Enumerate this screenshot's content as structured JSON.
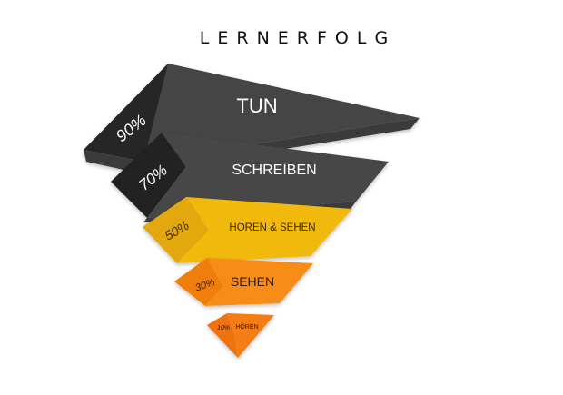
{
  "title": "LERNERFOLG",
  "levels": [
    {
      "label": "TUN",
      "percent": "90%",
      "top_color": "#3b3b3b",
      "side_color": "#252525",
      "front_color": "#454545"
    },
    {
      "label": "SCHREIBEN",
      "percent": "70%",
      "top_color": "#3a3a3a",
      "side_color": "#242424",
      "front_color": "#474747"
    },
    {
      "label": "HÖREN & SEHEN",
      "percent": "50%",
      "top_color": "#f6c21a",
      "side_color": "#e3a80b",
      "front_color": "#f2b90f"
    },
    {
      "label": "SEHEN",
      "percent": "30%",
      "top_color": "#fa9a1c",
      "side_color": "#f07e0c",
      "front_color": "#f78c15"
    },
    {
      "label": "HÖREN",
      "percent": "10%",
      "top_color": "#f8861a",
      "side_color": "#ee720e",
      "front_color": "#f47d13"
    }
  ]
}
